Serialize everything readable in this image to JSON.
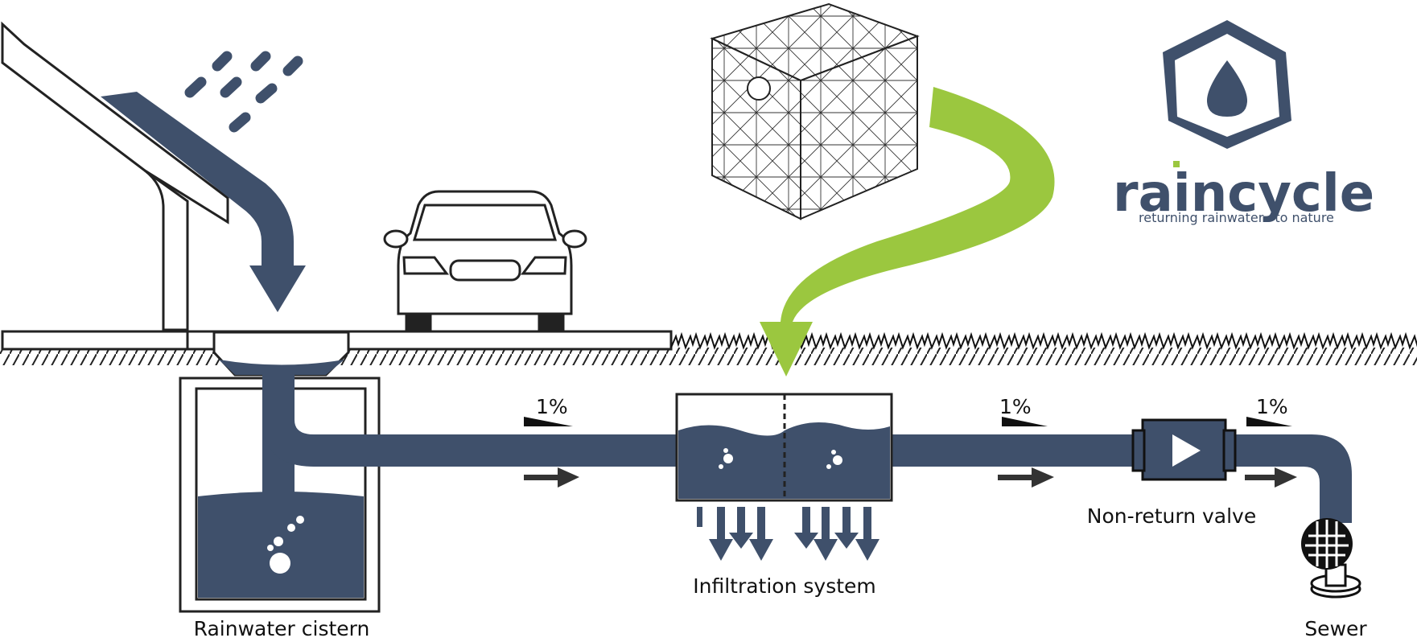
{
  "colors": {
    "water": "#3f506b",
    "accent_green": "#9bc73f",
    "outline": "#2a2a2a",
    "ground_hatch": "#222222",
    "background": "#ffffff"
  },
  "labels": {
    "cistern": "Rainwater cistern",
    "infiltration": "Infiltration system",
    "valve": "Non-return valve",
    "sewer": "Sewer"
  },
  "slopes": [
    "1%",
    "1%",
    "1%"
  ],
  "logo": {
    "word_part1": "rain",
    "word_part2": "cycle",
    "tagline_part1": "returning rainwater",
    "tagline_part2": "to nature"
  },
  "icons": [
    "house-roof-icon",
    "rain-drops-icon",
    "car-icon",
    "infiltration-crate-icon",
    "flow-arrow-icon",
    "valve-icon",
    "sewer-grate-icon",
    "water-drop-icon"
  ]
}
